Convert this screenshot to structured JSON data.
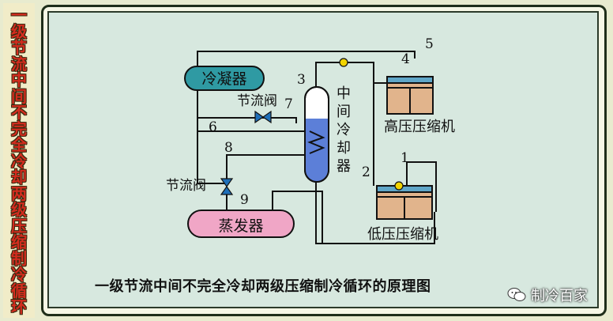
{
  "side_title": "一级节流中间不完全冷却两级压缩制冷循环",
  "caption": "一级节流中间不完全冷却两级压缩制冷循环的原理图",
  "watermark": "制冷百家",
  "components": {
    "condenser": "冷凝器",
    "evaporator": "蒸发器",
    "intercooler": "中间冷却器",
    "high_pressure_compressor": "高压压缩机",
    "low_pressure_compressor": "低压压缩机",
    "throttle_valve_upper": "节流阀",
    "throttle_valve_lower": "节流阀"
  },
  "points": {
    "p1": "1",
    "p2": "2",
    "p3": "3",
    "p4": "4",
    "p5": "5",
    "p6": "6",
    "p7": "7",
    "p8": "8",
    "p9": "9"
  },
  "colors": {
    "condenser": "#2f9aa3",
    "evaporator": "#f0a6c6",
    "compressor": "#e1b48c",
    "valve": "#1f6fb8",
    "node": "#f2d400",
    "intercooler_liquid": "#5c7fd8",
    "accent_red": "#d42c1e"
  }
}
